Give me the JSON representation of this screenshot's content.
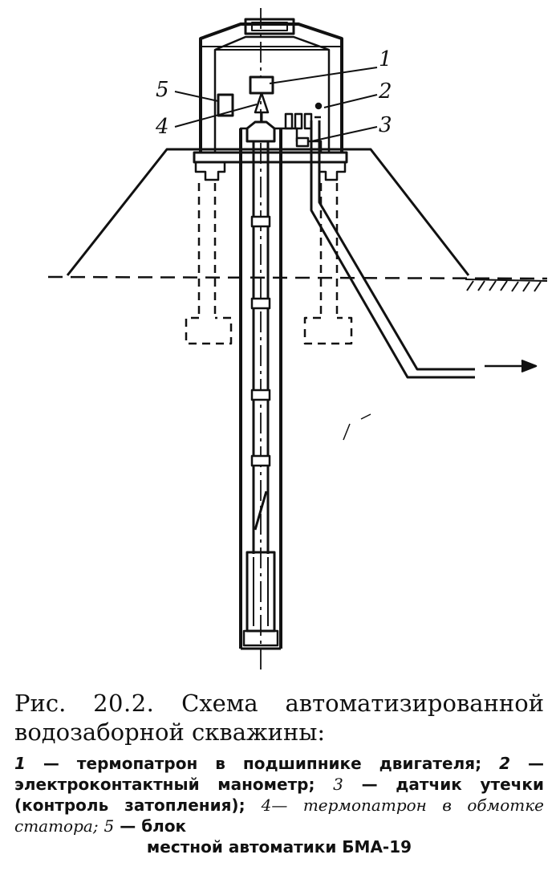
{
  "figure": {
    "callouts": [
      "1",
      "2",
      "3",
      "4",
      "5"
    ]
  },
  "caption": {
    "prefix": "Рис.",
    "number": "20.2.",
    "title": "Схема автоматизированной водозаборной скважины:"
  },
  "legend": {
    "items": [
      {
        "num": "1",
        "dash": "—",
        "text": "термопатрон в подшипнике двигателя;"
      },
      {
        "num": "2",
        "dash": "—",
        "text": "электроконтактный манометр;"
      },
      {
        "num": "3",
        "dash": "—",
        "text": "датчик утечки (контроль затопления);"
      },
      {
        "num": "4",
        "dash": "—",
        "text": "термопатрон в обмотке статора;"
      },
      {
        "num": "5",
        "dash": "—",
        "text": "блок"
      }
    ],
    "last_line": "местной автоматики БМА-19"
  }
}
